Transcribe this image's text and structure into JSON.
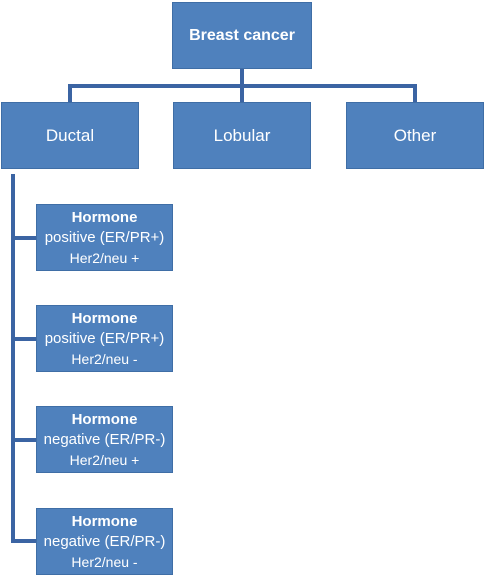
{
  "root": {
    "label": "Breast cancer"
  },
  "types": [
    {
      "label": "Ductal"
    },
    {
      "label": "Lobular"
    },
    {
      "label": "Other"
    }
  ],
  "subtypes": [
    {
      "line1": "Hormone",
      "line2": "positive (ER/PR+)",
      "line3": "Her2/neu +"
    },
    {
      "line1": "Hormone",
      "line2": "positive (ER/PR+)",
      "line3": "Her2/neu -"
    },
    {
      "line1": "Hormone",
      "line2": "negative (ER/PR-)",
      "line3": "Her2/neu +"
    },
    {
      "line1": "Hormone",
      "line2": "negative (ER/PR-)",
      "line3": "Her2/neu -"
    }
  ],
  "colors": {
    "box_fill": "#4f81bd",
    "connector": "#3b64a3",
    "text": "#ffffff"
  }
}
